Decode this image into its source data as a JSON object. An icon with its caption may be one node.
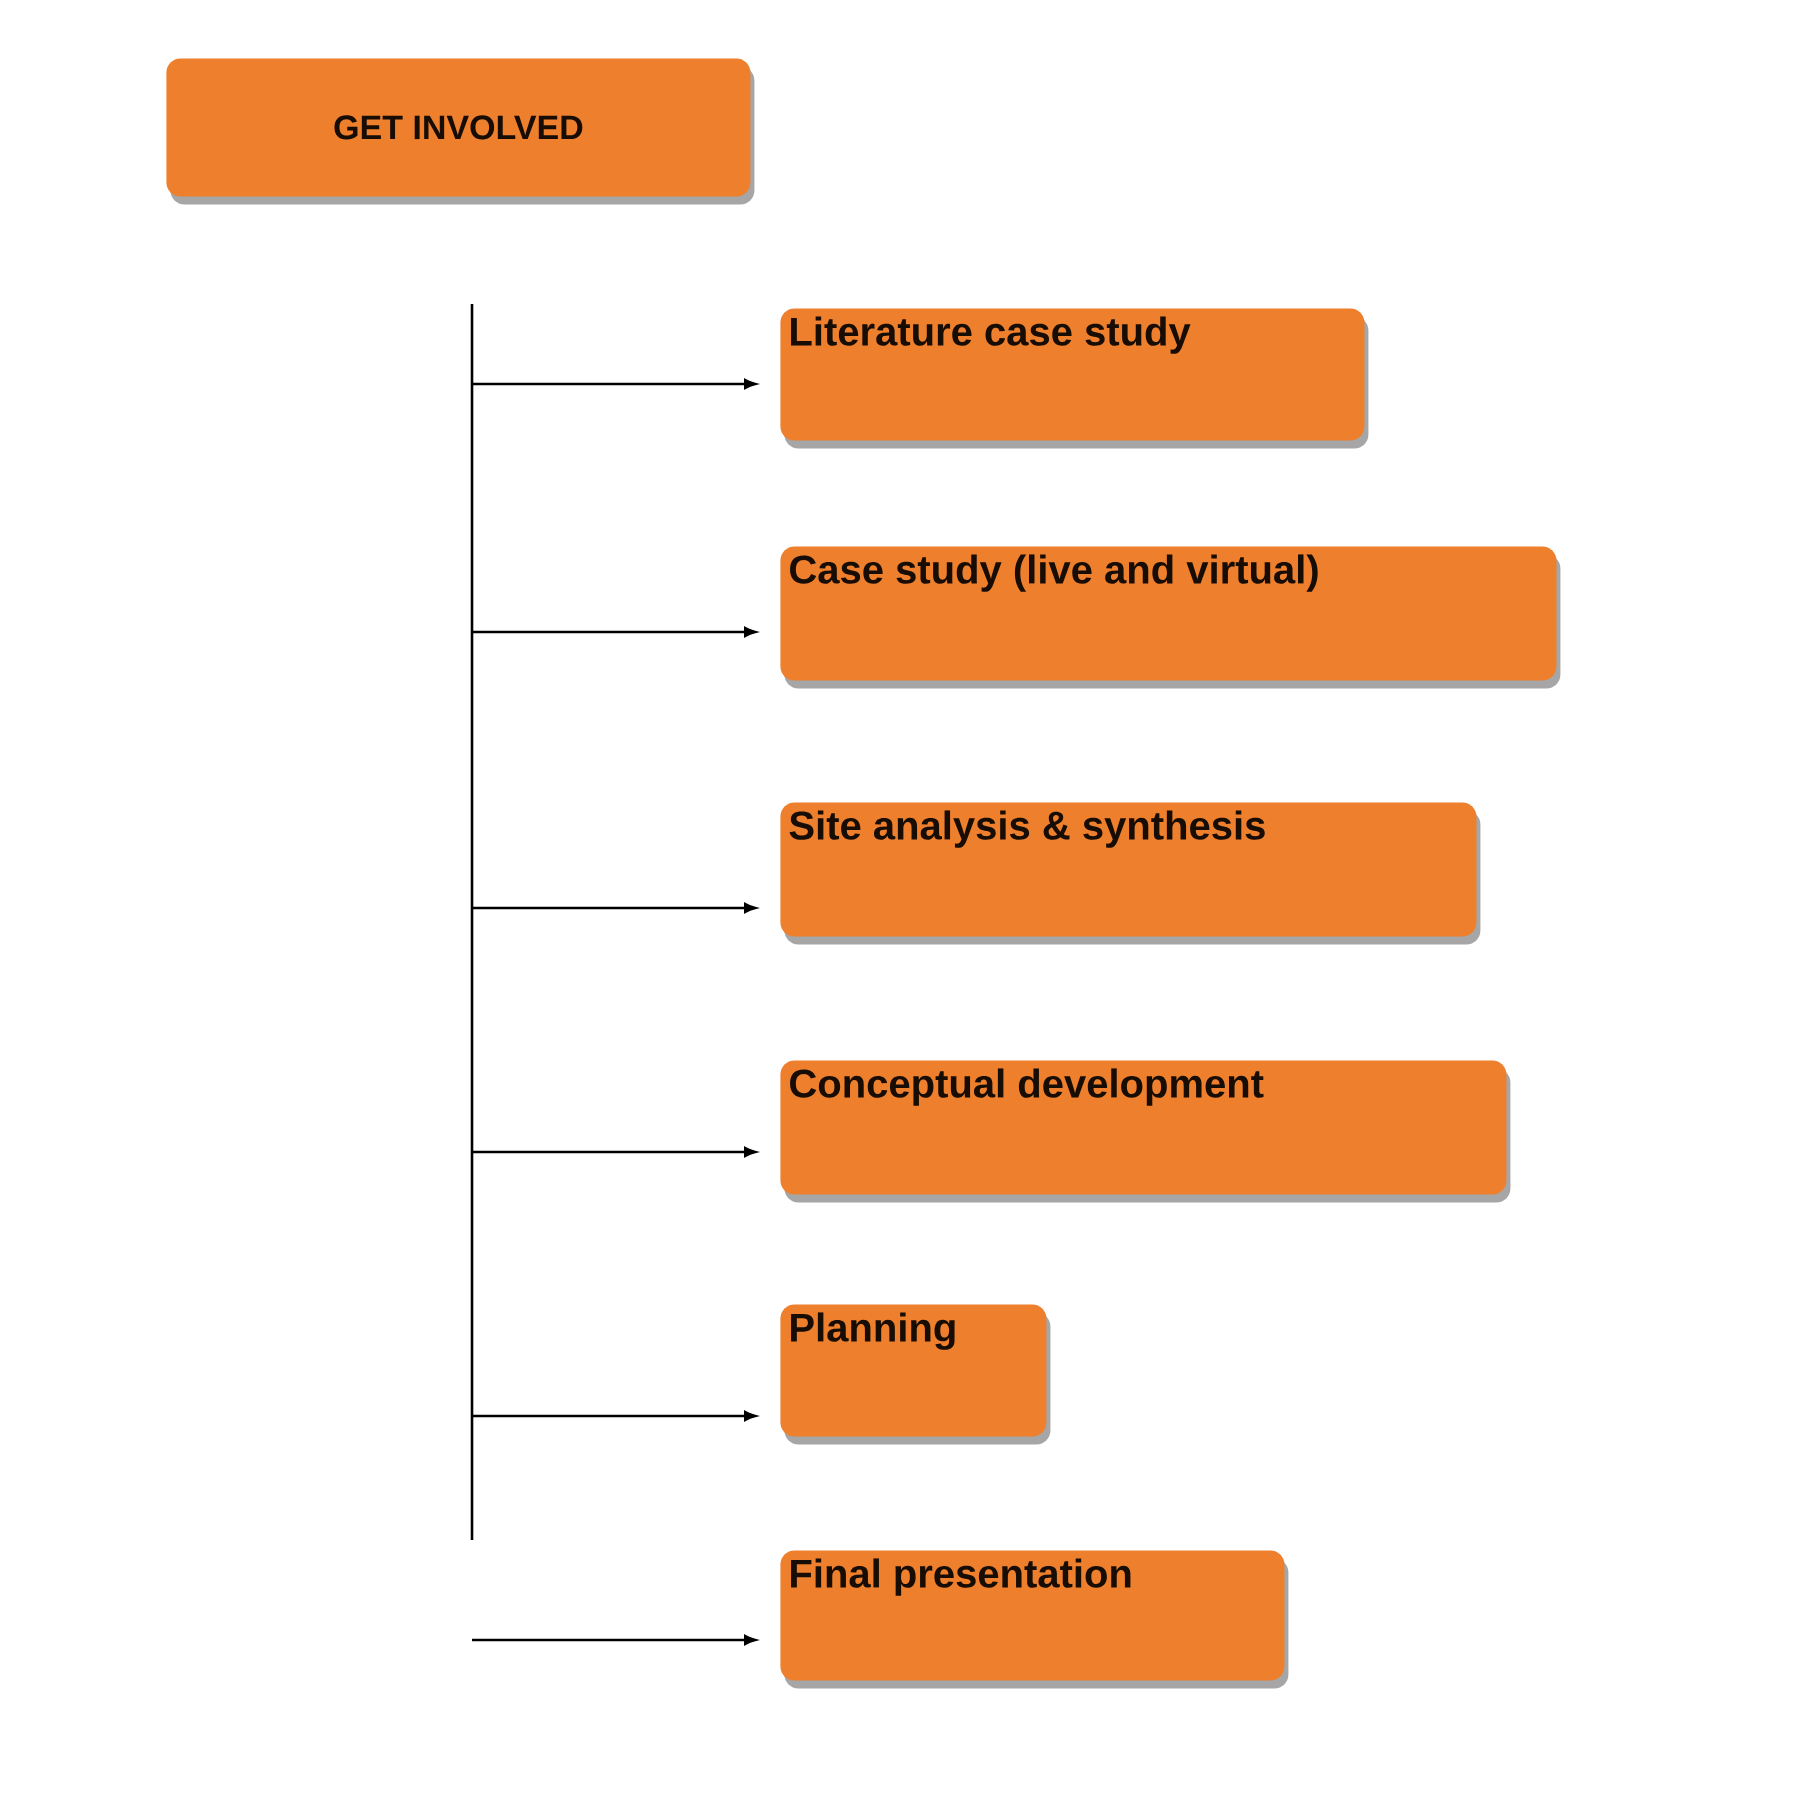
{
  "diagram": {
    "nodes": [
      {
        "text": [
          "GET INVOLVED"
        ]
      },
      {
        "text": [
          "Literature case study"
        ]
      },
      {
        "text": [
          "Case study (live and virtual)"
        ]
      },
      {
        "text": [
          "Site analysis & synthesis"
        ]
      },
      {
        "text": [
          "Conceptual development"
        ]
      },
      {
        "text": [
          "Planning"
        ]
      },
      {
        "text": [
          "Final presentation"
        ]
      }
    ],
    "edges": [
      {
        "from": null,
        "to": 1,
        "arrow": "to"
      },
      {
        "from": null,
        "to": 2,
        "arrow": "to"
      },
      {
        "from": null,
        "to": 3,
        "arrow": "to"
      },
      {
        "from": null,
        "to": 4,
        "arrow": "to"
      },
      {
        "from": null,
        "to": 5,
        "arrow": "to"
      },
      {
        "from": null,
        "to": 6,
        "arrow": "to"
      }
    ]
  }
}
